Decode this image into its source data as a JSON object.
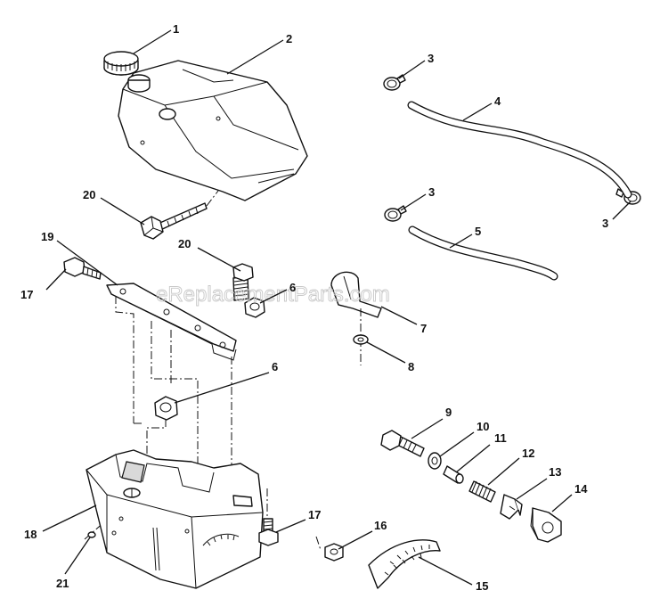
{
  "watermark": "eReplacementParts.com",
  "callouts": [
    {
      "id": "c1",
      "text": "1"
    },
    {
      "id": "c2",
      "text": "2"
    },
    {
      "id": "c3a",
      "text": "3"
    },
    {
      "id": "c4",
      "text": "4"
    },
    {
      "id": "c20a",
      "text": "20"
    },
    {
      "id": "c3b",
      "text": "3"
    },
    {
      "id": "c3c",
      "text": "3"
    },
    {
      "id": "c5",
      "text": "5"
    },
    {
      "id": "c19",
      "text": "19"
    },
    {
      "id": "c20b",
      "text": "20"
    },
    {
      "id": "c6a",
      "text": "6"
    },
    {
      "id": "c17a",
      "text": "17"
    },
    {
      "id": "c7",
      "text": "7"
    },
    {
      "id": "c8",
      "text": "8"
    },
    {
      "id": "c6b",
      "text": "6"
    },
    {
      "id": "c9",
      "text": "9"
    },
    {
      "id": "c10",
      "text": "10"
    },
    {
      "id": "c11",
      "text": "11"
    },
    {
      "id": "c12",
      "text": "12"
    },
    {
      "id": "c13",
      "text": "13"
    },
    {
      "id": "c14",
      "text": "14"
    },
    {
      "id": "c18",
      "text": "18"
    },
    {
      "id": "c17b",
      "text": "17"
    },
    {
      "id": "c16",
      "text": "16"
    },
    {
      "id": "c21",
      "text": "21"
    },
    {
      "id": "c15",
      "text": "15"
    }
  ]
}
